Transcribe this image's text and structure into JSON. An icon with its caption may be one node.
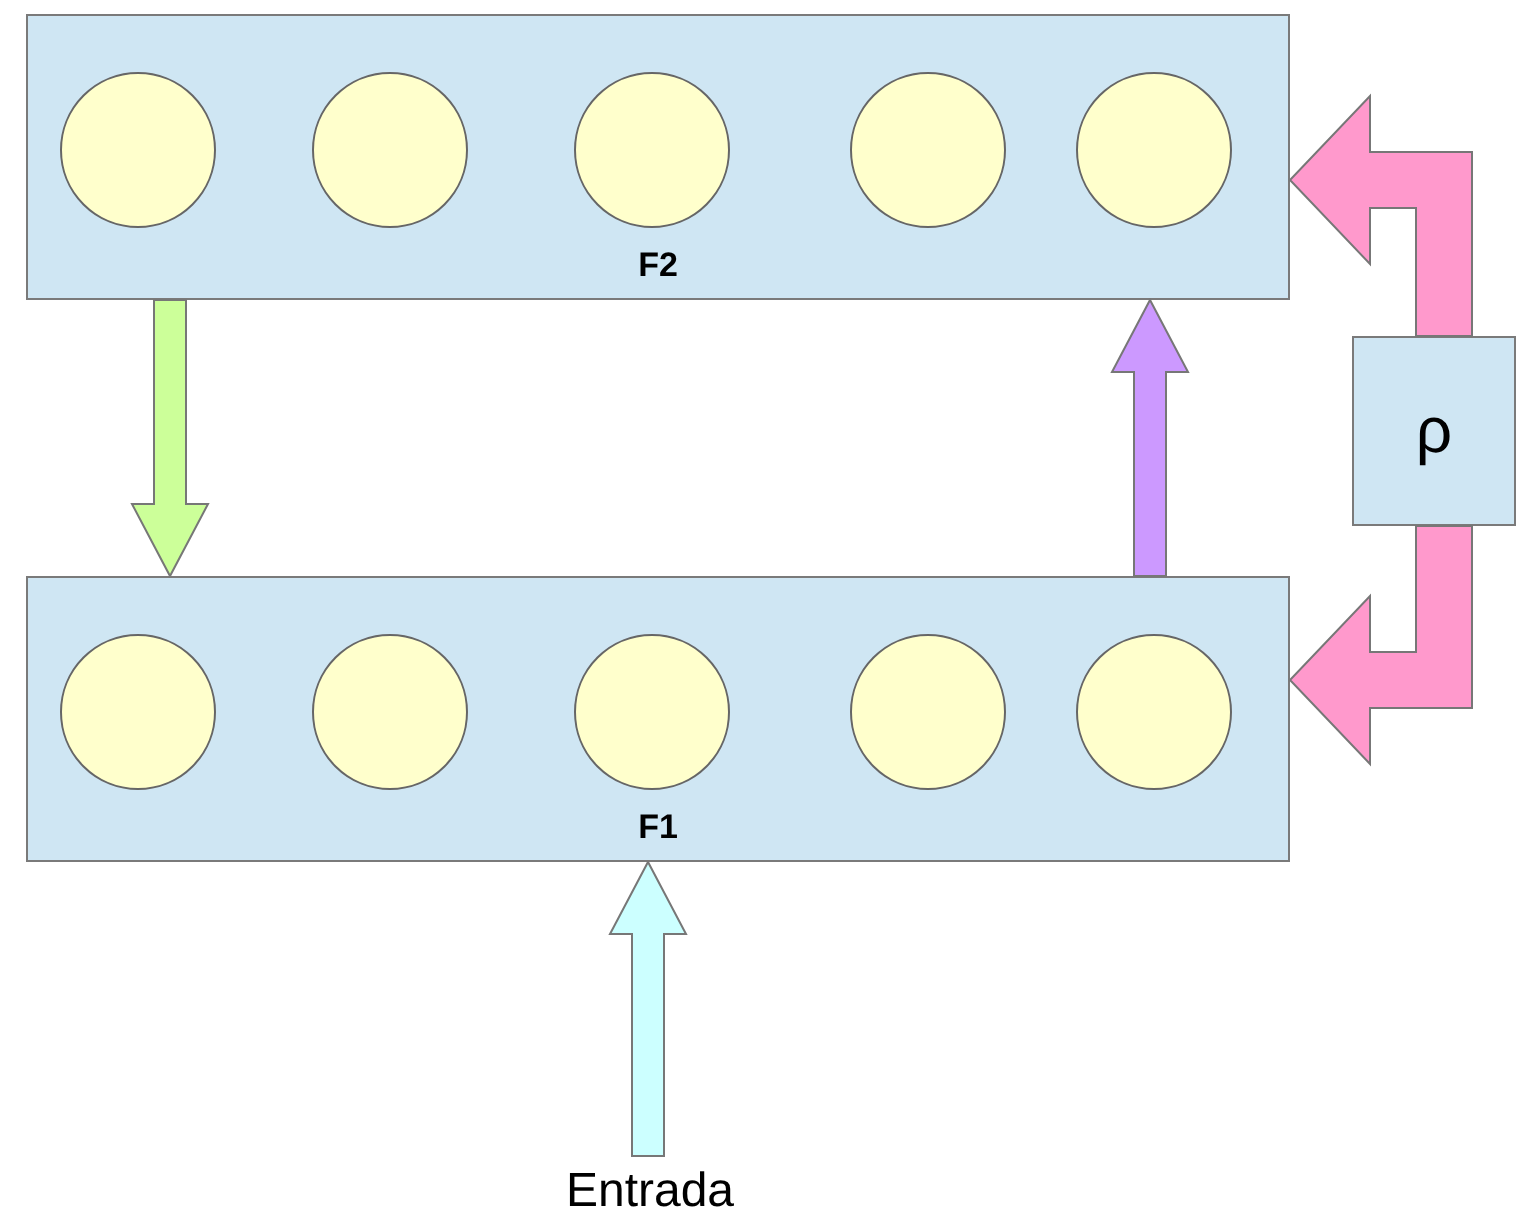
{
  "diagram": {
    "nodes": [
      {
        "text": [
          "F2"
        ]
      },
      {
        "text": [],
        "shape": "circle",
        "in": 0
      },
      {
        "text": [],
        "shape": "circle",
        "in": 0
      },
      {
        "text": [],
        "shape": "circle",
        "in": 0
      },
      {
        "text": [],
        "shape": "circle",
        "in": 0
      },
      {
        "text": [],
        "shape": "circle",
        "in": 0
      },
      {
        "text": [
          "F1"
        ]
      },
      {
        "text": [],
        "shape": "circle",
        "in": 6
      },
      {
        "text": [],
        "shape": "circle",
        "in": 6
      },
      {
        "text": [],
        "shape": "circle",
        "in": 6
      },
      {
        "text": [],
        "shape": "circle",
        "in": 6
      },
      {
        "text": [],
        "shape": "circle",
        "in": 6
      },
      {
        "text": [
          "ρ"
        ]
      },
      {
        "text": [
          "Entrada"
        ]
      }
    ],
    "edges": [
      {
        "from": 0,
        "to": 6,
        "arrow": "to",
        "color": "#ccff99"
      },
      {
        "from": 6,
        "to": 0,
        "arrow": "to",
        "color": "#cc99ff"
      },
      {
        "from": 12,
        "to": 0,
        "arrow": "to",
        "color": "#ff99cc"
      },
      {
        "from": 12,
        "to": 6,
        "arrow": "to",
        "color": "#ff99cc"
      },
      {
        "from": 13,
        "to": 6,
        "arrow": "to",
        "color": "#ccffff"
      }
    ]
  }
}
